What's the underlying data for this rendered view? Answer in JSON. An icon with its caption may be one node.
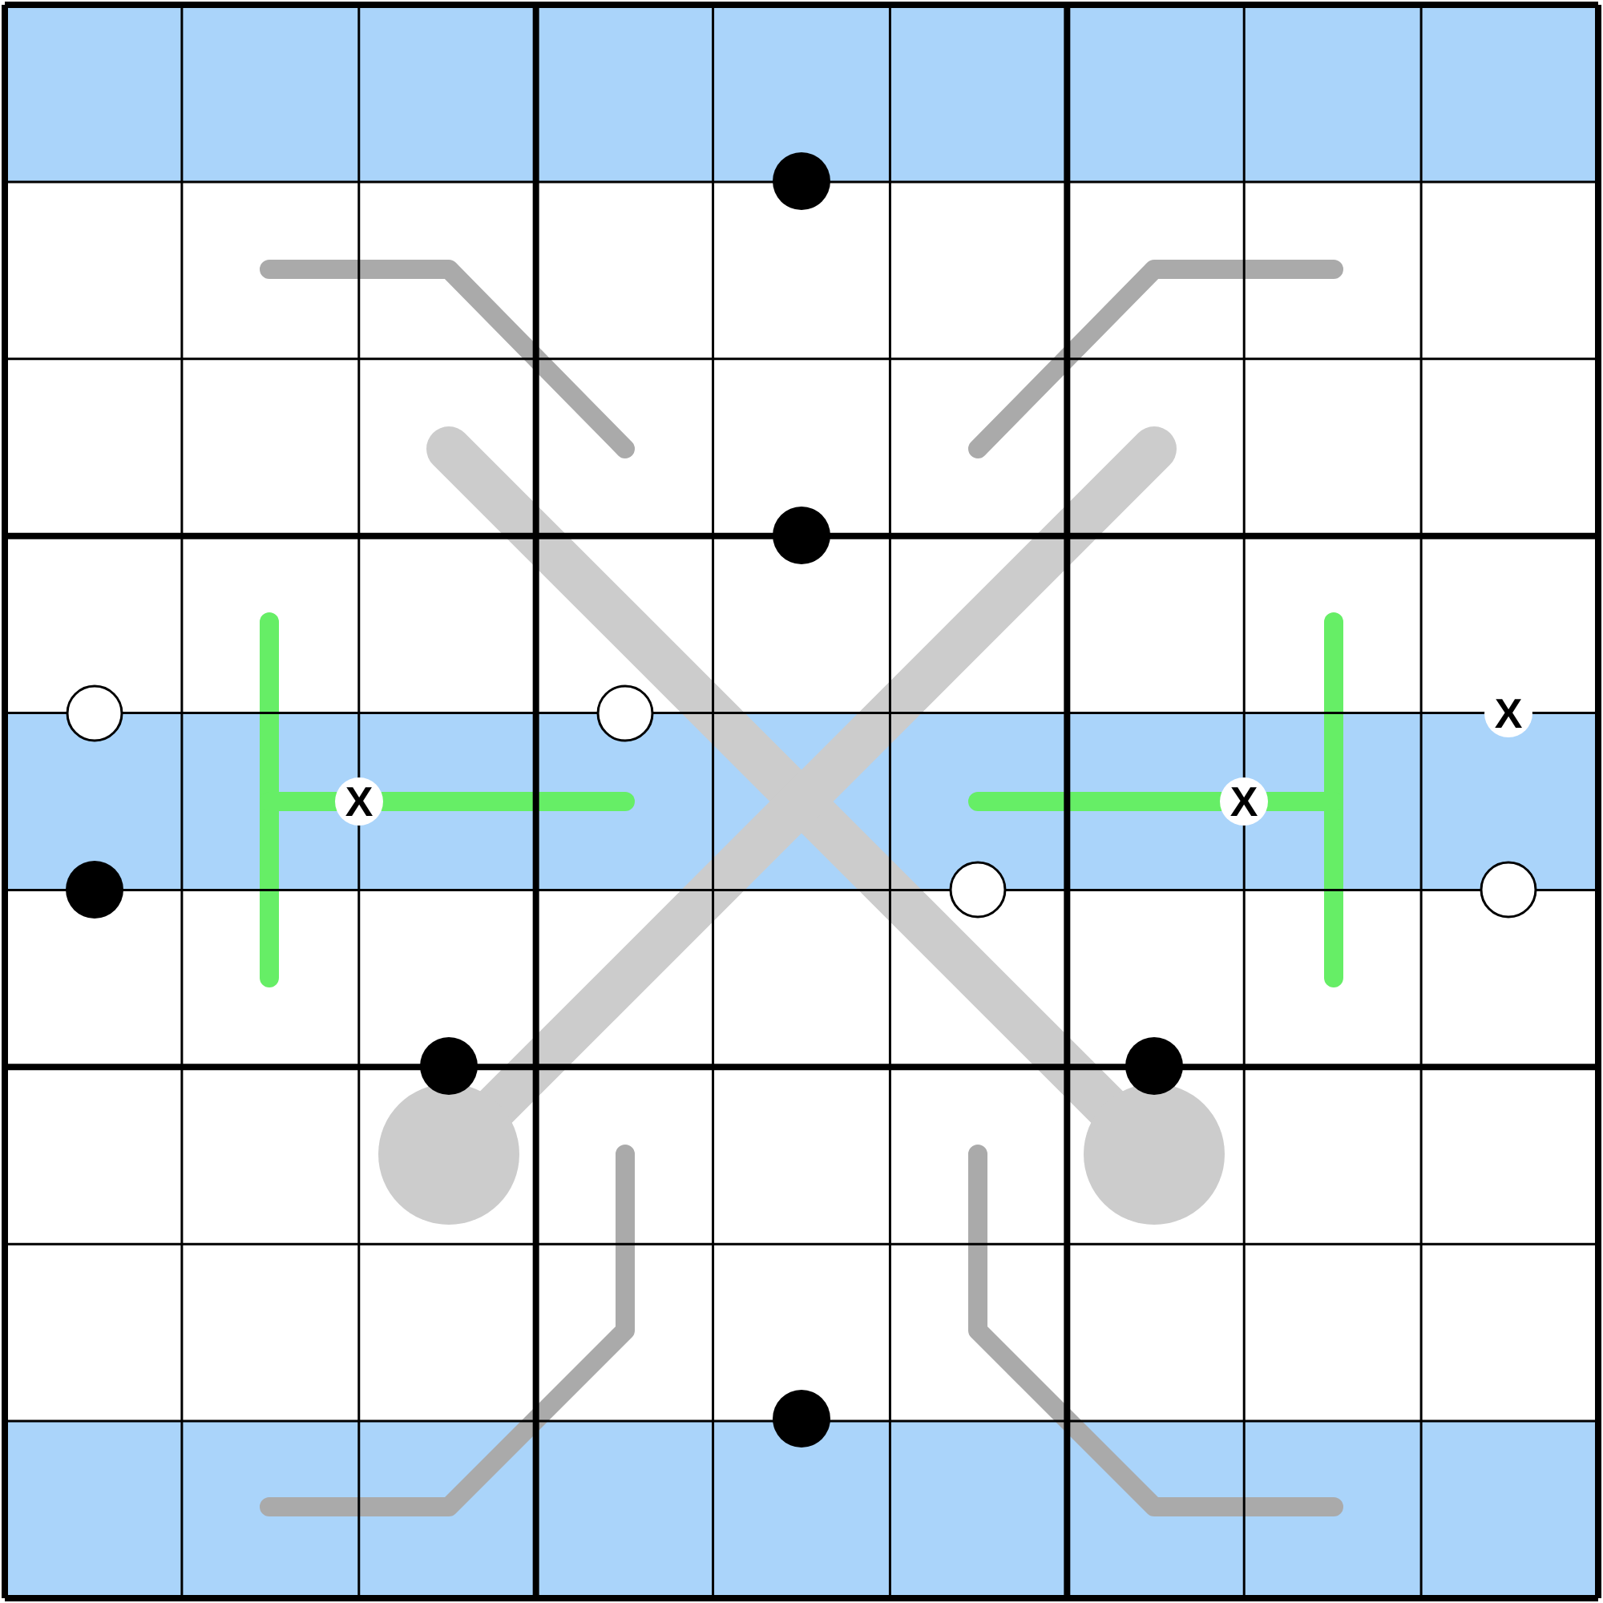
{
  "diagram": {
    "labels": [
      "X",
      "X",
      "X"
    ]
  }
}
